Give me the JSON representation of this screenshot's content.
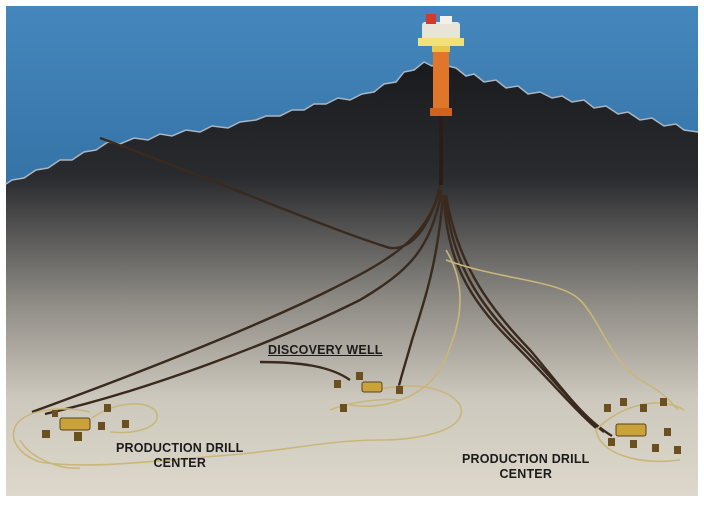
{
  "labels": {
    "discovery_well": "DISCOVERY WELL",
    "drill_center_left": {
      "line1": "PRODUCTION DRILL",
      "line2": "CENTER"
    },
    "drill_center_right": {
      "line1": "PRODUCTION DRILL",
      "line2": "CENTER"
    }
  },
  "colors": {
    "sea_surface": "#3e7fb4",
    "water_dark": "#18191d",
    "seabed": "#dcd6c8",
    "platform_column": "#e0762a",
    "riser": "#3a2a1e",
    "umbilical": "#c9b779",
    "manifold": "#c9a23a"
  }
}
